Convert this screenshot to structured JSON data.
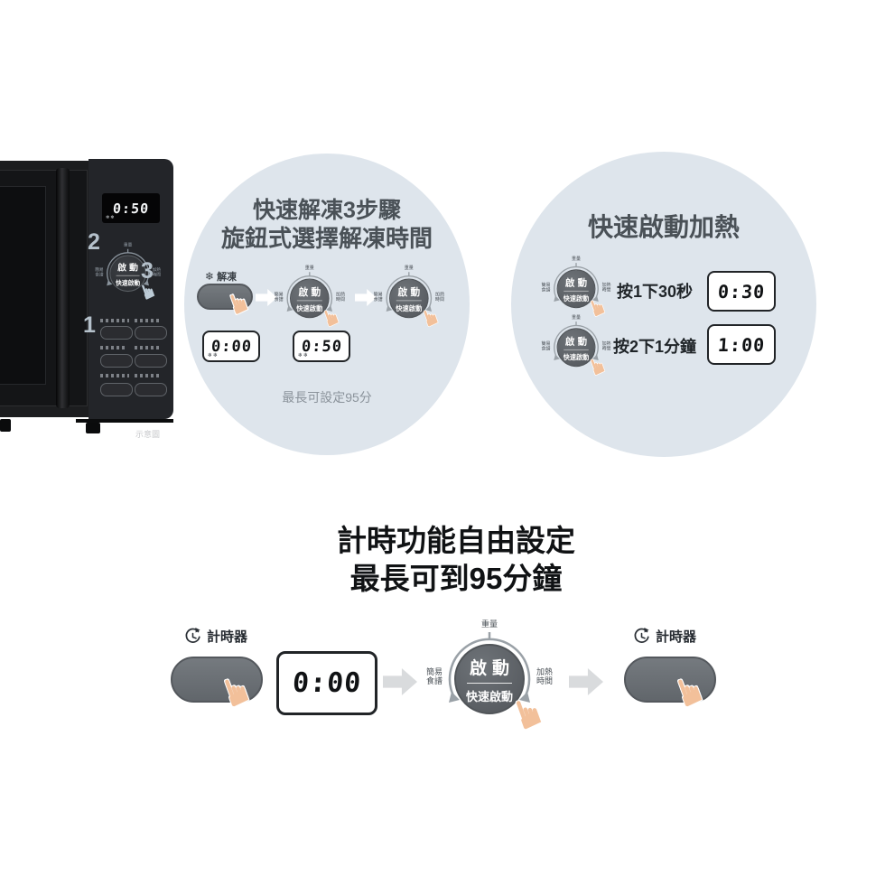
{
  "colors": {
    "circle_bg": "#dee5ec",
    "title_dark": "#4a5157",
    "text_black": "#1d2124",
    "note_gray": "#8b939b",
    "button_gray": "#6e7378",
    "knob_gray": "#616669",
    "hand_skin": "#f2c09a",
    "panel_number": "#b5c1cb"
  },
  "icons": {
    "defrost_snowflake": "❄",
    "pointing_hand": "☛",
    "lcd_defrost_indicator": "❄❄"
  },
  "dial": {
    "center_top": "啟動",
    "center_bottom": "快速啟動",
    "label_top": "重量",
    "label_left_1": "簡易",
    "label_left_2": "食譜",
    "label_right_1": "加熱",
    "label_right_2": "時間"
  },
  "microwave": {
    "display_value": "0:50",
    "step_1": "1",
    "step_2": "2",
    "step_3": "3",
    "caption": "示意圖"
  },
  "defrost_section": {
    "title_line_1": "快速解凍3步驟",
    "title_line_2": "旋鈕式選擇解凍時間",
    "defrost_button_label": "解凍",
    "display_step_1": "0:00",
    "display_step_2": "0:50",
    "note": "最長可設定95分"
  },
  "quick_start_section": {
    "title": "快速啟動加熱",
    "rows": [
      {
        "instruction": "按1下30秒",
        "display_value": "0:30"
      },
      {
        "instruction": "按2下1分鐘",
        "display_value": "1:00"
      }
    ]
  },
  "timer_section": {
    "title_line_1": "計時功能自由設定",
    "title_line_2": "最長可到95分鐘",
    "timer_button_label": "計時器",
    "display_value": "0:00"
  }
}
